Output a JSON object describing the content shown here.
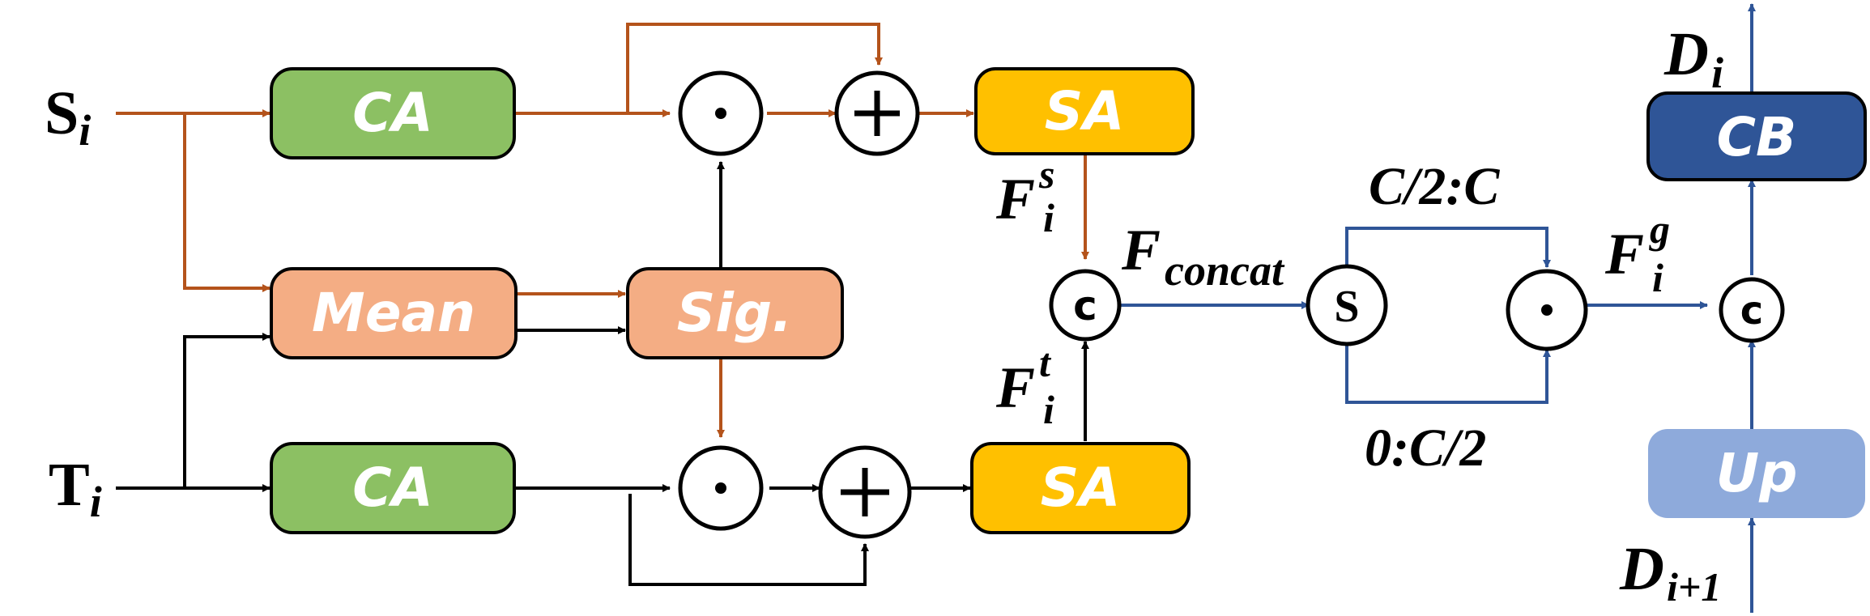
{
  "colors": {
    "ca_fill": "#8cc063",
    "mean_fill": "#f4ad84",
    "sa_fill": "#ffc000",
    "cb_fill": "#2f5597",
    "up_fill": "#8eaadb",
    "brown_arrow": "#b4531b",
    "blue_arrow": "#2f5597",
    "black_arrow": "#000000"
  },
  "inputs": {
    "s_main": "S",
    "s_sub": "i",
    "t_main": "T",
    "t_sub": "i"
  },
  "blocks": {
    "ca_top": "CA",
    "ca_bottom": "CA",
    "mean": "Mean",
    "sig": "Sig.",
    "sa_top": "SA",
    "sa_bottom": "SA",
    "cb": "CB",
    "up": "Up"
  },
  "operators": {
    "mult": "⊙",
    "add": "+",
    "concat": "c",
    "split": "S"
  },
  "labels": {
    "fs_main": "F",
    "fs_sup": "s",
    "fs_sub": "i",
    "ft_main": "F",
    "ft_sup": "t",
    "ft_sub": "i",
    "fcat_main": "F",
    "fcat_sub": "concat",
    "split_top": "C/2:C",
    "split_bottom": "0:C/2",
    "fg_main": "F",
    "fg_sup": "g",
    "fg_sub": "i",
    "d_out_main": "D",
    "d_out_sub": "i",
    "d_in_main": "D",
    "d_in_sub": "i+1"
  }
}
